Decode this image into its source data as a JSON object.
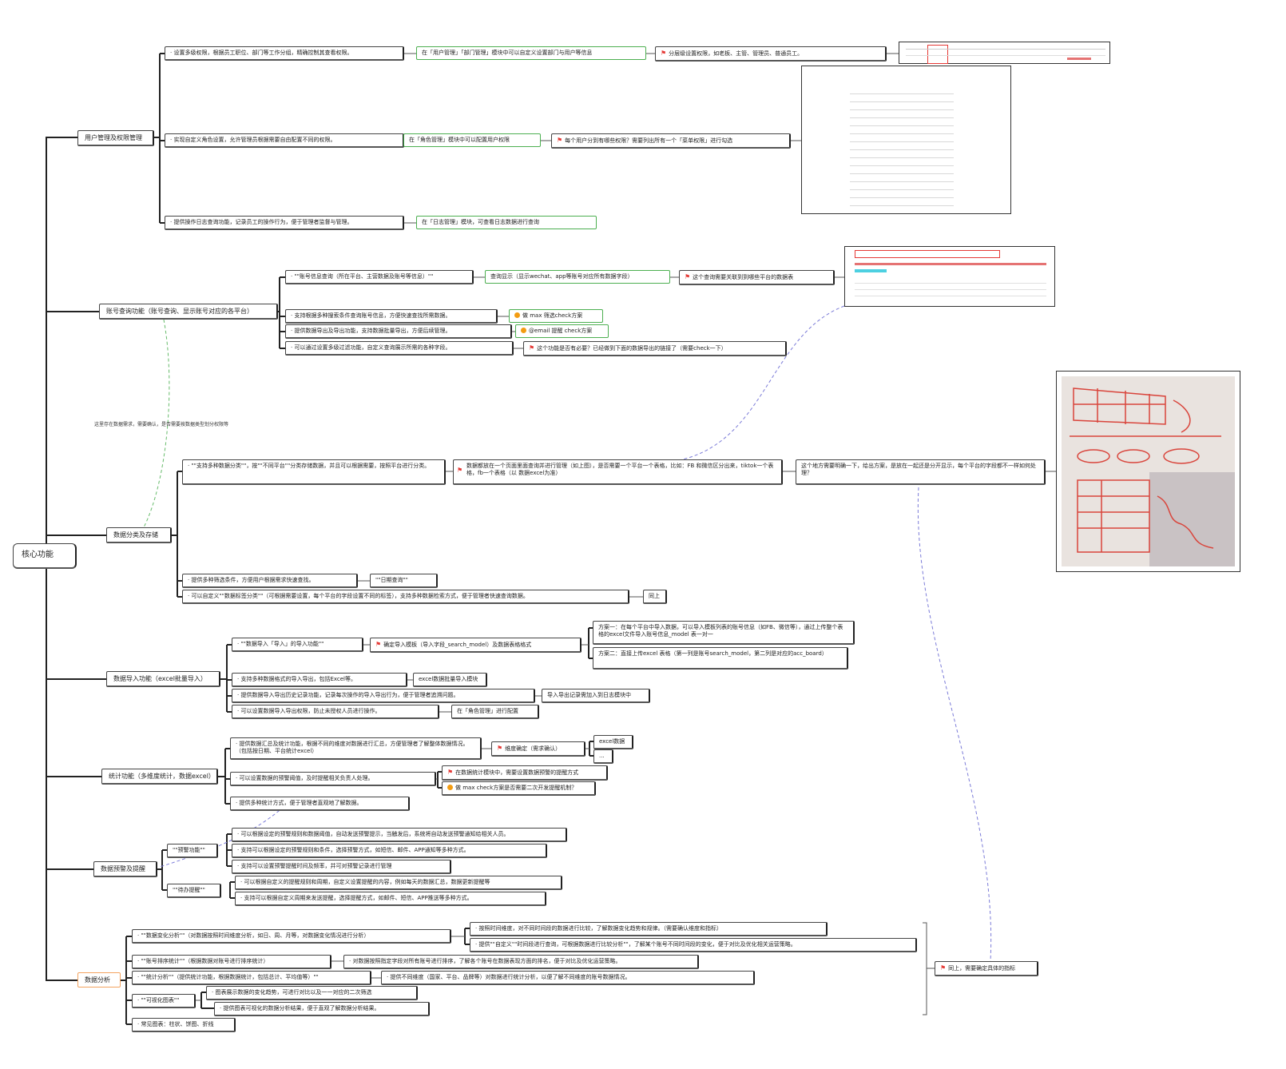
{
  "root": "核心功能",
  "b1": {
    "title": "用户管理及权限管理",
    "c1": "· 设置多级权限，根据员工职位、部门等工作分组，精确控制其查看权限。",
    "c1g": "在「用户管理」「部门管理」模块中可以自定义设置部门与用户等信息",
    "c1r": "分层级设置权限，如老板、主管、管理员、普通员工。",
    "c2": "· 实现自定义角色设置，允许管理员根据需要自由配置不同的权限。",
    "c2g": "在「角色管理」模块中可以配置用户权限",
    "c2r": "每个用户分到有哪些权限？需要列出所有一个「菜单权限」进行勾选",
    "c3": "· 提供操作日志查询功能，记录员工的操作行为，便于管理者监督与管理。",
    "c3g": "在「日志管理」模块，可查看日志数据进行查询"
  },
  "b2": {
    "title": "账号查询功能（账号查询、显示账号对应的各平台）",
    "c1": "· \"\"账号信息查询（所在平台、主营数据及账号等信息）\"\"",
    "c1g": "查询显示（显示wechat、app等账号对应所有数据字段）",
    "c1r": "这个查询需要关联到到哪些平台的数据表",
    "c2": "· 支持根据多种搜索条件查询账号信息，方便快速查找所需数据。",
    "c2g": "做 max 筛选check方案",
    "c3": "· 提供数据导出及导出功能，支持数据批量导出，方便后续管理。",
    "c3g": "@email 提醒 check方案",
    "c4": "· 可以通过设置多级过滤功能，自定义查询展示所需的各种字段。",
    "c4r": "这个功能是否有必要？已经做到下面的数据导出的链接了（需要check一下）",
    "note": "这里存在数据需求，需要确认，是否需要按数据类型划分权限等"
  },
  "b3": {
    "title": "数据分类及存储",
    "c1": "· \"\"支持多种数据分类\"\"，按\"\"不同平台\"\"分类存储数据，并且可以根据需要，按照平台进行分类。",
    "c1r": "数据都放在一个页面里面查询并进行管理（如上图），是否需要一个平台一个表格，比如：FB 和微信区分出来，tiktok一个表格，fb一个表格（以 数据excel为准）",
    "c1r2": "这个地方需要明确一下，给出方案，是放在一起还是分开显示，每个平台的字段都不一样如何处理？",
    "c2": "· 提供多种筛选条件，方便用户根据需求快速查找。",
    "c2g": "\"\"日期查询\"\"",
    "c3": "· 可以自定义\"\"数据标签分类\"\"（可根据需要设置，每个平台的字段设置不同的标签），支持多种数据检索方式，便于管理者快速查询数据。",
    "c3g": "同上"
  },
  "b4": {
    "title": "数据导入功能（excel批量导入）",
    "c1": "· \"\"数据导入「导入」的导入功能\"\"",
    "c1r": "确定导入模板（导入字段_search_model）及数据表格格式",
    "c1a": "方案一：在每个平台中导入数据，可以导入模板列表的账号信息（如FB、微信等），通过上传整个表格的excel文件导入账号信息_model 表一对一",
    "c1b": "方案二：直接上传excel 表格（第一列是账号search_model，第二列是对应的acc_board）",
    "c2": "· 支持多种数据格式的导入导出，包括Excel等。",
    "c2g": "excel数据批量导入模块",
    "c3": "· 提供数据导入导出历史记录功能，记录每次操作的导入导出行为，便于管理者追溯问题。",
    "c3g": "导入导出记录需加入到日志模块中",
    "c4": "· 可以设置数据导入导出权限，防止未授权人员进行操作。",
    "c4g": "在「角色管理」进行配置"
  },
  "b5": {
    "title": "统计功能（多维度统计，数据excel）",
    "c1": "· 提供数据汇总及统计功能，根据不同的维度对数据进行汇总，方便管理者了解整体数据情况。（包括按日期、平台统计excel）",
    "c1r": "维度确定（需求确认）",
    "c1a": "excel数据",
    "c1b": "...",
    "c2": "· 可以设置数据的预警阈值，及时提醒相关负责人处理。",
    "c2r": "在数据统计模块中，需要设置数据预警的提醒方式",
    "c2o": "做 max check方案是否需要二次开发提醒机制？",
    "c3": "· 提供多种统计方式，便于管理者直观地了解数据。"
  },
  "b6": {
    "title": "数据预警及提醒",
    "a": "\"\"预警功能\"\"",
    "a1": "· 可以根据设定的预警规则和数据阈值，自动发送预警提示，当触发后，系统将自动发送预警通知给相关人员。",
    "a2": "· 支持可以根据设定的预警规则和条件，选择预警方式，如短信、邮件、APP通知等多种方式。",
    "a3": "· 支持可以设置预警提醒时间及频率，并可对预警记录进行管理",
    "b": "\"\"待办提醒\"\"",
    "b1": "· 可以根据自定义的提醒规则和周期，自定义设置提醒的内容，例如每天的数据汇总，数据更新提醒等",
    "b2": "· 支持可以根据自定义周期来发送提醒，选择提醒方式，如邮件、短信、APP推送等多种方式。"
  },
  "b7": {
    "title": "数据分析",
    "a": "· \"\"数据变化分析\"\"（对数据按照时间维度分析，如日、周、月等，对数据变化情况进行分析）",
    "a1": "· 按照时间维度，对不同时间段的数据进行比较，了解数据变化趋势和规律。（需要确认维度和指标）",
    "a2": "· 提供\"\"自定义\"\"时间段进行查询，可根据数据进行比较分析\"\"，了解某个账号不同时间段的变化，便于对比及优化相关运营策略。",
    "b": "· \"\"账号排序统计\"\"（根据数据对账号进行排序统计）",
    "b1": "· 对数据按照指定字段对所有账号进行排序，了解各个账号在数据表现方面的排名，便于对比及优化运营策略。",
    "c": "· \"\"统计分析\"\"（提供统计功能，根据数据统计，包括总计、平均值等）\"\"",
    "c1": "· 提供不同维度（国家、平台、品牌等）对数据进行统计分析，以便了解不同维度的账号数据情况。",
    "d": "· \"\"可视化图表\"\"",
    "d1": "· 图表展示数据的变化趋势，可进行对比以及一一对应的二次筛选",
    "d2": "· 提供图表可视化的数据分析结果，便于直观了解数据分析结果。",
    "e": "· 常见图表：柱状、饼图、折线",
    "note": "同上，需要确定具体的指标"
  }
}
